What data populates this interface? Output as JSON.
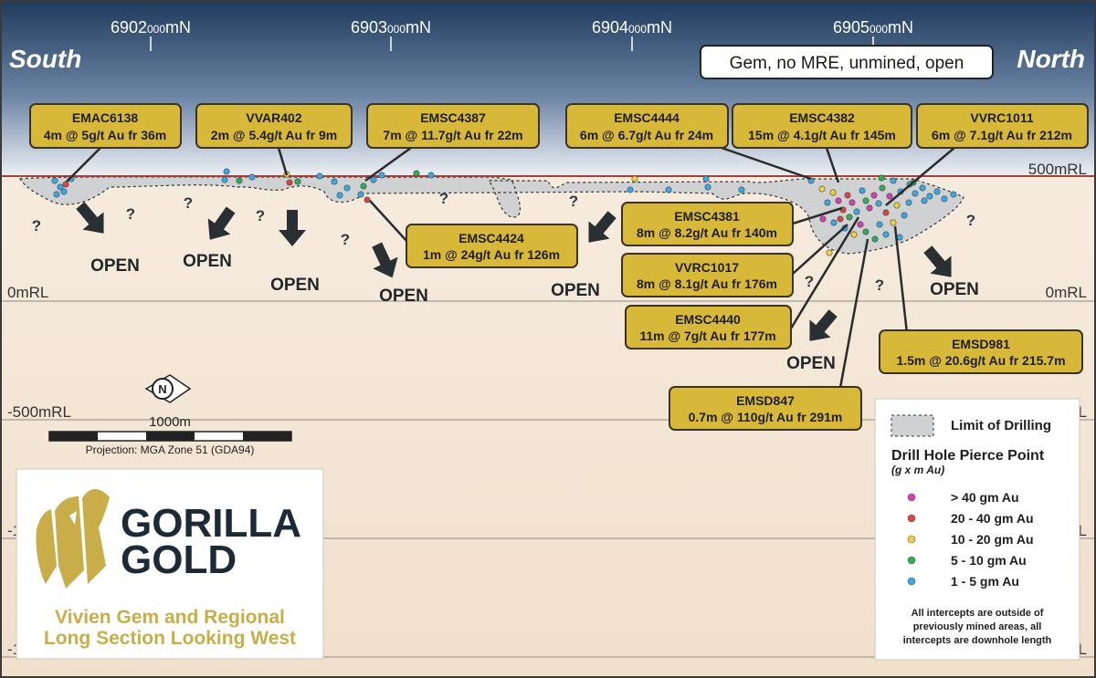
{
  "northings": [
    {
      "main": "6902",
      "sub": "000",
      "unit": "mN"
    },
    {
      "main": "6903",
      "sub": "000",
      "unit": "mN"
    },
    {
      "main": "6904",
      "sub": "000",
      "unit": "mN"
    },
    {
      "main": "6905",
      "sub": "000",
      "unit": "mN"
    }
  ],
  "direction": {
    "left": "South",
    "right": "North"
  },
  "gem_box": "Gem, no MRE, unmined, open",
  "rl_labels": {
    "rl500": "500mRL",
    "rl0_left": "0mRL",
    "rl0_right": "0mRL",
    "rlm500": "-500mRL",
    "cut_left_1": "-1",
    "cut_left_2": "-1",
    "cut_right_1": "L",
    "cut_right_2": "L",
    "cut_right_3": "L"
  },
  "callouts": [
    {
      "hole": "EMAC6138",
      "intercept": "4m @ 5g/t Au fr 36m"
    },
    {
      "hole": "VVAR402",
      "intercept": "2m @ 5.4g/t Au fr 9m"
    },
    {
      "hole": "EMSC4387",
      "intercept": "7m @ 11.7g/t Au fr 22m"
    },
    {
      "hole": "EMSC4444",
      "intercept": "6m @ 6.7g/t Au fr 24m"
    },
    {
      "hole": "EMSC4382",
      "intercept": "15m @ 4.1g/t Au fr 145m"
    },
    {
      "hole": "VVRC1011",
      "intercept": "6m @ 7.1g/t Au fr 212m"
    },
    {
      "hole": "EMSC4424",
      "intercept": "1m @ 24g/t Au fr 126m"
    },
    {
      "hole": "EMSC4381",
      "intercept": "8m @ 8.2g/t Au fr 140m"
    },
    {
      "hole": "VVRC1017",
      "intercept": "8m @ 8.1g/t Au fr 176m"
    },
    {
      "hole": "EMSC4440",
      "intercept": "11m @ 7g/t Au fr 177m"
    },
    {
      "hole": "EMSD981",
      "intercept": "1.5m @ 20.6g/t Au fr 215.7m"
    },
    {
      "hole": "EMSD847",
      "intercept": "0.7m @ 110g/t Au fr 291m"
    }
  ],
  "open_label": "OPEN",
  "question_mark": "?",
  "scale": {
    "north_letter": "N",
    "length": "1000m",
    "projection": "Projection: MGA Zone 51 (GDA94)"
  },
  "logo": {
    "line1": "GORILLA",
    "line2": "GOLD",
    "subtitle1": "Vivien Gem and Regional",
    "subtitle2": "Long Section Looking West",
    "brand_color": "#c9ad48",
    "text_color": "#1c2a36"
  },
  "legend": {
    "limit_label": "Limit of Drilling",
    "title": "Drill Hole Pierce Point",
    "subtitle": "(g x m Au)",
    "items": [
      {
        "label": "> 40 gm Au",
        "color": "#d63fae"
      },
      {
        "label": "20 - 40 gm Au",
        "color": "#d9453f"
      },
      {
        "label": "10 - 20 gm Au",
        "color": "#f2cf3c"
      },
      {
        "label": "5 - 10 gm Au",
        "color": "#2fae58"
      },
      {
        "label": "1 - 5 gm Au",
        "color": "#36a9e6"
      }
    ],
    "note1": "All intercepts are outside of",
    "note2": "previously mined areas, all",
    "note3": "intercepts are downhole length"
  },
  "colors": {
    "callout_fill": "#d8b838",
    "callout_stroke": "#3a3323",
    "drill_limit_fill": "#cfd1d3",
    "surface_line": "#a0413a"
  }
}
